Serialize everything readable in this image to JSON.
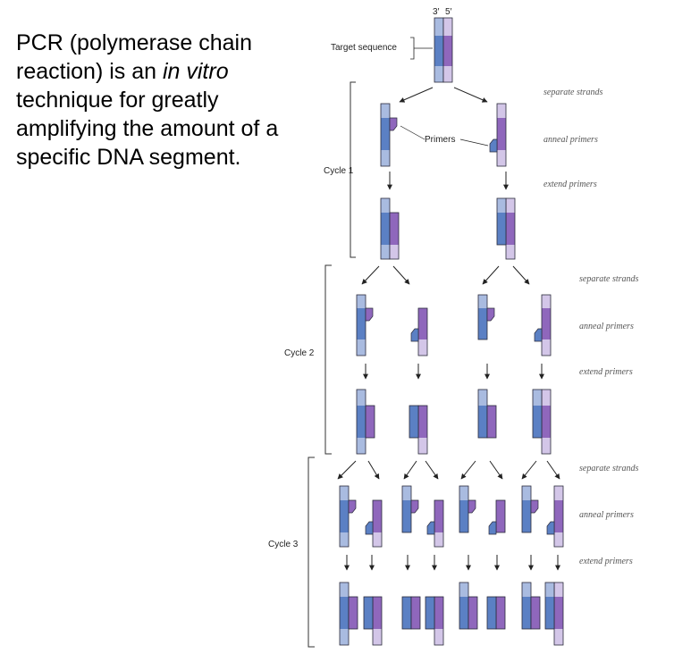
{
  "intro": {
    "before_italic": "PCR (polymerase chain reaction) is an ",
    "italic": "in vitro",
    "after_italic": " technique for greatly amplifying the amount of a specific DNA segment."
  },
  "diagram": {
    "strand_end_3": "3′",
    "strand_end_5": "5′",
    "target_label": "Target sequence",
    "primers_label": "Primers",
    "cycles": [
      "Cycle 1",
      "Cycle 2",
      "Cycle 3"
    ],
    "steps": {
      "separate": "separate strands",
      "anneal": "anneal primers",
      "extend": "extend primers"
    }
  },
  "colors": {
    "light_blue": "#a9bbe0",
    "blue": "#5b80c4",
    "purple": "#8f67bc",
    "light_purple": "#d3c6e8",
    "outline": "#2a2a3a"
  }
}
